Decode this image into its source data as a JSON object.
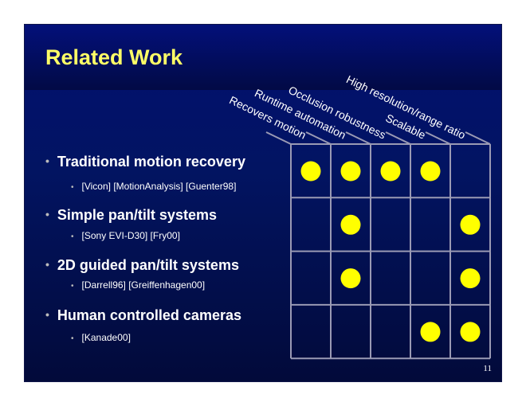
{
  "title": "Related Work",
  "page_number": "11",
  "columns": [
    "Recovers motion",
    "Runtime automation",
    "Occlusion robustness",
    "Scalable",
    "High resolution/range ratio"
  ],
  "rows": [
    {
      "label": "Traditional motion recovery",
      "refs": "[Vicon] [MotionAnalysis] [Guenter98]",
      "marks": [
        true,
        true,
        true,
        true,
        false
      ]
    },
    {
      "label": "Simple pan/tilt systems",
      "refs": "[Sony EVI-D30] [Fry00]",
      "marks": [
        false,
        true,
        false,
        false,
        true
      ]
    },
    {
      "label": "2D guided pan/tilt systems",
      "refs": "[Darrell96] [Greiffenhagen00]",
      "marks": [
        false,
        true,
        false,
        false,
        true
      ]
    },
    {
      "label": "Human controlled cameras",
      "refs": "[Kanade00]",
      "marks": [
        false,
        false,
        false,
        true,
        true
      ]
    }
  ],
  "colors": {
    "title": "#ffff66",
    "mark": "#ffff00",
    "grid": "#9a9ab4"
  }
}
